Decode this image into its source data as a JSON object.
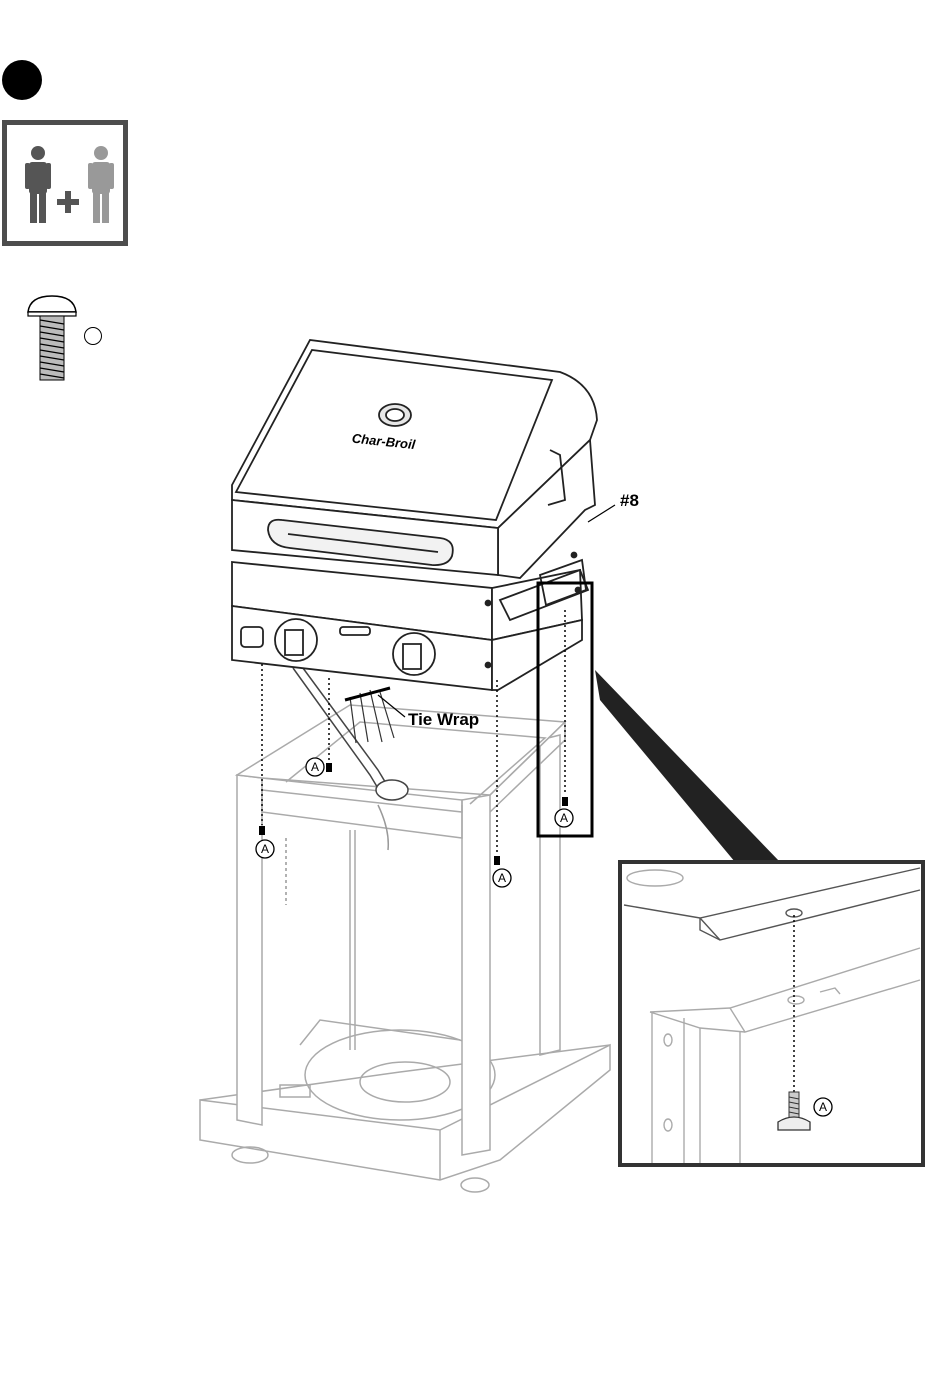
{
  "step": {
    "number": ""
  },
  "hardware": {
    "letter": ""
  },
  "callouts": {
    "part_number": "#8",
    "tie_wrap": "Tie Wrap",
    "brand": "Char-Broil"
  },
  "fastener_markers": [
    "A",
    "A",
    "A",
    "A",
    "A"
  ]
}
